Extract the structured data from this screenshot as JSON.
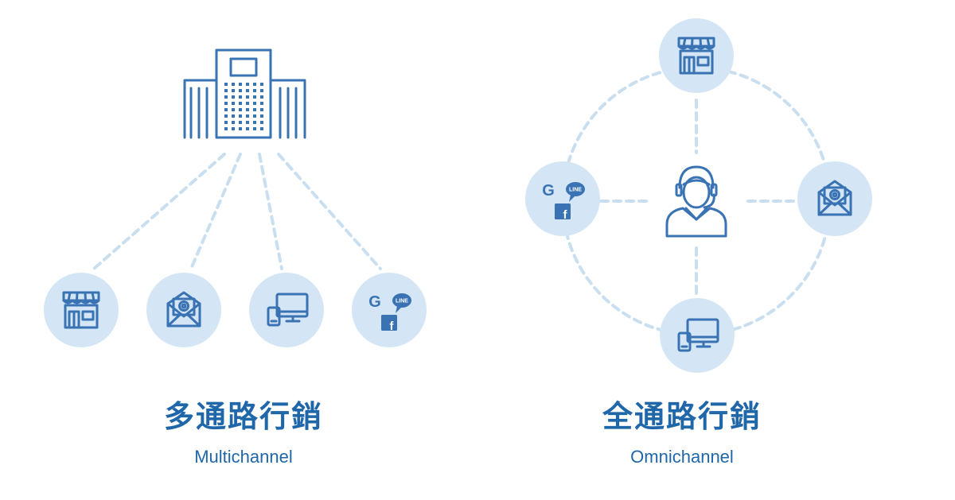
{
  "colors": {
    "accent": "#1f67a9",
    "icon": "#3a73b4",
    "bubble": "#d4e6f5",
    "connector": "#c9dff0"
  },
  "multichannel": {
    "title": "多通路行銷",
    "subtitle": "Multichannel",
    "hub_icon": "office-building-icon",
    "channels": [
      "store-icon",
      "email-icon",
      "devices-icon",
      "social-icon"
    ]
  },
  "omnichannel": {
    "title": "全通路行銷",
    "subtitle": "Omnichannel",
    "hub_icon": "customer-icon",
    "channels": [
      "store-icon",
      "email-icon",
      "devices-icon",
      "social-icon"
    ]
  },
  "social_badges": {
    "google": "G",
    "line": "LINE",
    "facebook": "f"
  }
}
